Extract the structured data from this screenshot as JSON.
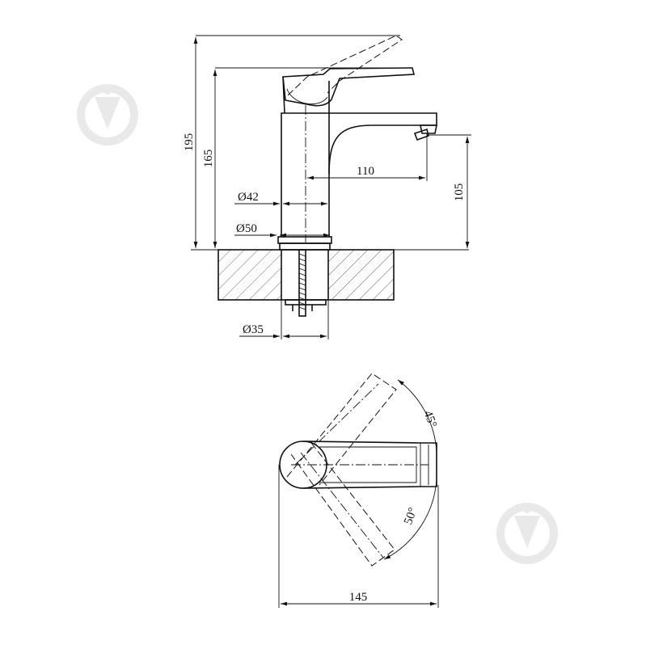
{
  "dimensions": {
    "total_height_lever_up": "195",
    "body_height": "165",
    "spout_height": "105",
    "spout_reach": "110",
    "body_diameter": "Ø42",
    "base_diameter": "Ø50",
    "mount_hole_diameter": "Ø35",
    "lever_rotation_up": "45°",
    "lever_rotation_down": "50°",
    "overall_length": "145"
  }
}
